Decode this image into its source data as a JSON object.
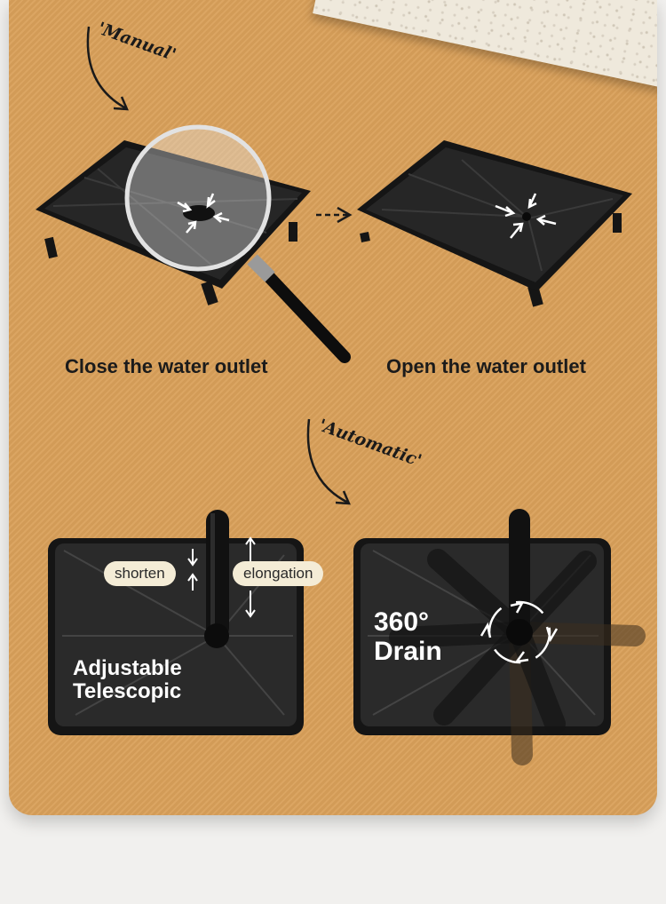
{
  "manual_section": {
    "label": "'Manual'",
    "closed_caption": "Close the water outlet",
    "open_caption": "Open the water outlet"
  },
  "automatic_section": {
    "label": "'Automatic'",
    "shorten_label": "shorten",
    "elongation_label": "elongation",
    "telescopic_line1": "Adjustable",
    "telescopic_line2": "Telescopic",
    "rotate_line1": "360°",
    "rotate_line2": "Drain"
  },
  "colors": {
    "background": "#d9a05a",
    "tray": "#1f1f1f",
    "pill": "#f4ecd6"
  },
  "icons": [
    "magnifying-glass-icon",
    "dashed-arrow-icon",
    "curved-arrow-icon",
    "inward-arrows-icon",
    "rotation-arrows-icon",
    "double-arrow-icon"
  ]
}
